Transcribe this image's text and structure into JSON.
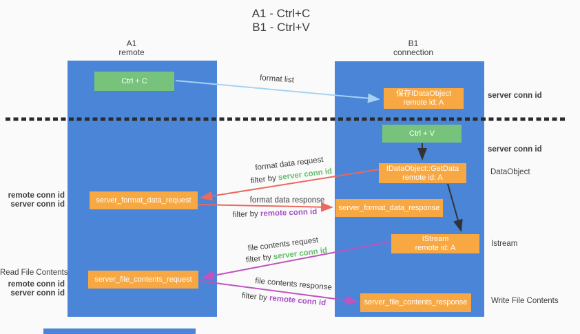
{
  "title": {
    "line1": "A1 - Ctrl+C",
    "line2": "B1 - Ctrl+V"
  },
  "columns": {
    "left": {
      "name": "A1",
      "subtitle": "remote"
    },
    "right": {
      "name": "B1",
      "subtitle": "connection"
    }
  },
  "nodes": {
    "ctrl_c": "Ctrl + C",
    "ctrl_v": "Ctrl + V",
    "save_idataobject": {
      "line1": "保存IDataObject",
      "line2": "remote id: A"
    },
    "getdata": {
      "line1": "IDataObject::GetData",
      "line2": "remote id: A"
    },
    "istream": {
      "line1": "IStream",
      "line2": "remote id: A"
    },
    "format_request": "server_format_data_request",
    "format_response": "server_format_data_response",
    "file_request": "server_file_contents_request",
    "file_response": "server_file_contents_response"
  },
  "flow": {
    "format_list": "format list",
    "format_data_request": "format data request",
    "format_data_response": "format data response",
    "file_contents_request": "file contents request",
    "file_contents_response": "file contents response",
    "filter_by": "filter by ",
    "server_conn_id": "server conn id",
    "remote_conn_id": "remote conn id"
  },
  "side": {
    "left": {
      "remote_conn_id": "remote conn id",
      "server_conn_id": "server conn id",
      "read_file_contents": "Read File Contents"
    },
    "right": {
      "server_conn_id": "server conn id",
      "dataobject": "DataObject",
      "istream": "Istream",
      "write_file_contents": "Write File Contents"
    }
  },
  "colors": {
    "background": "#fafafa",
    "lane_blue": "#4a85d8",
    "node_green": "#77c37c",
    "node_orange": "#f8a843",
    "arrow_lightblue": "#a6d2f2",
    "arrow_red": "#ed685d",
    "arrow_magenta": "#be54be",
    "arrow_black": "#333333",
    "text_green": "#67be6c",
    "text_purple": "#a84fc7",
    "text_dark": "#3d3d3d"
  }
}
